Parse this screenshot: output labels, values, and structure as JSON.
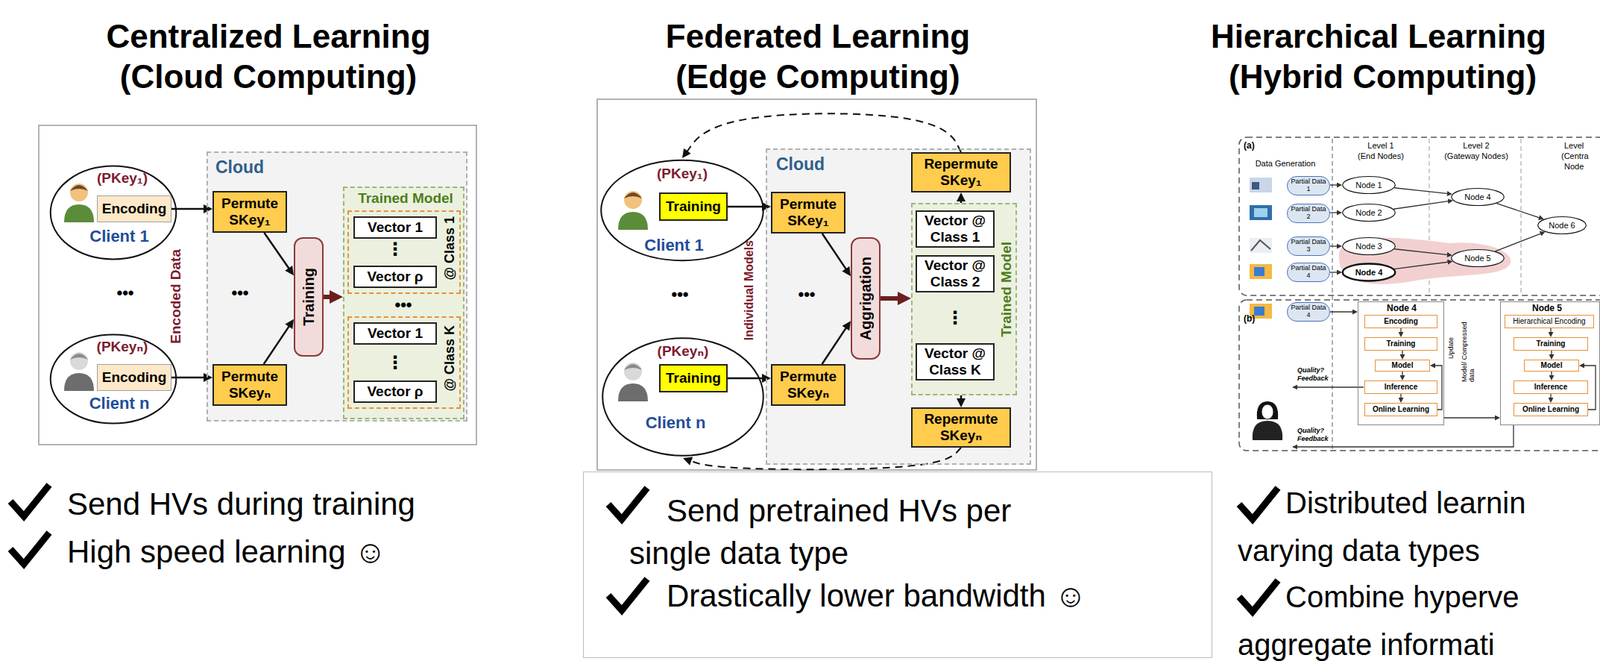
{
  "diagram": {
    "nodes": [
      {
        "text": [
          "Cloud"
        ]
      },
      {
        "text": [
          "(PKey₁)",
          "Client 1"
        ]
      },
      {
        "text": [
          "Encoding"
        ],
        "in": 1
      },
      {
        "text": [
          "(PKeyₙ)",
          "Client n"
        ]
      },
      {
        "text": [
          "Encoding"
        ],
        "in": 3
      },
      {
        "text": [
          "Permute SKey₁"
        ],
        "in": 0
      },
      {
        "text": [
          "Permute SKeyₙ"
        ],
        "in": 0
      },
      {
        "text": [
          "Training"
        ],
        "in": 0
      },
      {
        "text": [
          "Trained Model"
        ],
        "in": 0
      },
      {
        "text": [
          "@ Class 1"
        ],
        "in": 8
      },
      {
        "text": [
          "Vector 1"
        ],
        "in": 9
      },
      {
        "text": [
          "Vector ρ"
        ],
        "in": 9
      },
      {
        "text": [
          "@ Class K"
        ],
        "in": 8
      },
      {
        "text": [
          "Vector 1"
        ],
        "in": 12
      },
      {
        "text": [
          "Vector ρ"
        ],
        "in": 12
      },
      {
        "text": [
          "Cloud"
        ]
      },
      {
        "text": [
          "(PKey₁)",
          "Client 1"
        ]
      },
      {
        "text": [
          "Training"
        ],
        "in": 16
      },
      {
        "text": [
          "(PKeyₙ)",
          "Client n"
        ]
      },
      {
        "text": [
          "Training"
        ],
        "in": 18
      },
      {
        "text": [
          "Permute SKey₁"
        ],
        "in": 15
      },
      {
        "text": [
          "Permute SKeyₙ"
        ],
        "in": 15
      },
      {
        "text": [
          "Aggrigation"
        ],
        "in": 15
      },
      {
        "text": [
          "Trained Model"
        ],
        "in": 15
      },
      {
        "text": [
          "Vector @ Class 1"
        ],
        "in": 23
      },
      {
        "text": [
          "Vector @ Class 2"
        ],
        "in": 23
      },
      {
        "text": [
          "Vector @ Class K"
        ],
        "in": 23
      },
      {
        "text": [
          "Repermute SKey₁"
        ],
        "in": 15
      },
      {
        "text": [
          "Repermute SKeyₙ"
        ],
        "in": 15
      },
      {
        "text": [
          "Send pretrained HVs per single data type",
          "Drastically lower bandwidth ☺"
        ]
      },
      {
        "text": [
          "Partial Data 1"
        ]
      },
      {
        "text": [
          "Partial Data 2"
        ]
      },
      {
        "text": [
          "Partial Data 3"
        ]
      },
      {
        "text": [
          "Partial Data 4"
        ]
      },
      {
        "text": [
          "Node 1"
        ]
      },
      {
        "text": [
          "Node 2"
        ]
      },
      {
        "text": [
          "Node 3"
        ]
      },
      {
        "text": [
          "Node 4"
        ]
      },
      {
        "text": [
          "Node 4"
        ]
      },
      {
        "text": [
          "Node 5"
        ]
      },
      {
        "text": [
          "Node 6"
        ]
      },
      {
        "text": [
          "Partial Data 4"
        ]
      },
      {
        "text": [
          "Node 4"
        ]
      },
      {
        "text": [
          "Encoding"
        ],
        "in": 42
      },
      {
        "text": [
          "Training"
        ],
        "in": 42
      },
      {
        "text": [
          "Model"
        ],
        "in": 42
      },
      {
        "text": [
          "Inference"
        ],
        "in": 42
      },
      {
        "text": [
          "Online Learning"
        ],
        "in": 42
      },
      {
        "text": [
          "Node 5"
        ]
      },
      {
        "text": [
          "Hierarchical Encoding"
        ],
        "in": 48
      },
      {
        "text": [
          "Training"
        ],
        "in": 48
      },
      {
        "text": [
          "Model"
        ],
        "in": 48
      },
      {
        "text": [
          "Inference"
        ],
        "in": 48
      },
      {
        "text": [
          "Online Learning"
        ],
        "in": 48
      }
    ],
    "edges": [
      {
        "from": 2,
        "to": 5,
        "arrow": "to"
      },
      {
        "from": 4,
        "to": 6,
        "arrow": "to"
      },
      {
        "from": 5,
        "to": 7,
        "arrow": "to"
      },
      {
        "from": 6,
        "to": 7,
        "arrow": "to"
      },
      {
        "from": 7,
        "to": 8,
        "arrow": "to"
      },
      {
        "from": 17,
        "to": 20,
        "arrow": "to"
      },
      {
        "from": 19,
        "to": 21,
        "arrow": "to"
      },
      {
        "from": 20,
        "to": 22,
        "arrow": "to"
      },
      {
        "from": 21,
        "to": 22,
        "arrow": "to"
      },
      {
        "from": 22,
        "to": 23,
        "arrow": "to"
      },
      {
        "from": 23,
        "to": 27,
        "arrow": "to"
      },
      {
        "from": 23,
        "to": 28,
        "arrow": "to"
      },
      {
        "from": 27,
        "to": 16,
        "arrow": "to"
      },
      {
        "from": 28,
        "to": 18,
        "arrow": "to"
      },
      {
        "from": 30,
        "to": 34,
        "arrow": "to"
      },
      {
        "from": 31,
        "to": 35,
        "arrow": "to"
      },
      {
        "from": 32,
        "to": 36,
        "arrow": "to"
      },
      {
        "from": 33,
        "to": 37,
        "arrow": "to"
      },
      {
        "from": 34,
        "to": 38,
        "arrow": "to"
      },
      {
        "from": 35,
        "to": 38,
        "arrow": "to"
      },
      {
        "from": 36,
        "to": 39,
        "arrow": "to"
      },
      {
        "from": 37,
        "to": 39,
        "arrow": "to"
      },
      {
        "from": 38,
        "to": 40,
        "arrow": "to"
      },
      {
        "from": 39,
        "to": 40,
        "arrow": "to"
      },
      {
        "from": 41,
        "to": 42,
        "arrow": "to"
      },
      {
        "from": 43,
        "to": 44,
        "arrow": "to"
      },
      {
        "from": 44,
        "to": 45,
        "arrow": "to"
      },
      {
        "from": 45,
        "to": 46,
        "arrow": "to"
      },
      {
        "from": 46,
        "to": 47,
        "arrow": "to"
      },
      {
        "from": 47,
        "to": 45,
        "arrow": "to"
      },
      {
        "from": 42,
        "to": 48,
        "arrow": "to"
      },
      {
        "from": 49,
        "to": 50,
        "arrow": "to"
      },
      {
        "from": 50,
        "to": 51,
        "arrow": "to"
      },
      {
        "from": 51,
        "to": 52,
        "arrow": "to"
      },
      {
        "from": 52,
        "to": 53,
        "arrow": "to"
      },
      {
        "from": 53,
        "to": 51,
        "arrow": "to"
      }
    ],
    "labels": [
      "Centralized Learning",
      "(Cloud Computing)",
      "Federated Learning",
      "(Edge Computing)",
      "Hierarchical Learning",
      "(Hybrid Computing)",
      "•••",
      "Encoded Data",
      "•••",
      "⋮",
      "•••",
      "⋮",
      "Send HVs during training",
      "High speed learning ☺",
      "•••",
      "Individual Models",
      "•••",
      "⋮",
      "(a)",
      "Data Generation",
      "Level 1",
      "(End Nodes)",
      "Level 2",
      "(Gateway Nodes)",
      "Level",
      "(Centra",
      "Node",
      "(b)",
      "Model/ Compressed data",
      "Update",
      "Quality?",
      "Feedback",
      "Quality?",
      "Feedback",
      "Distributed learnin",
      "varying data types",
      "Combine hyperve",
      "aggregate informati"
    ]
  }
}
